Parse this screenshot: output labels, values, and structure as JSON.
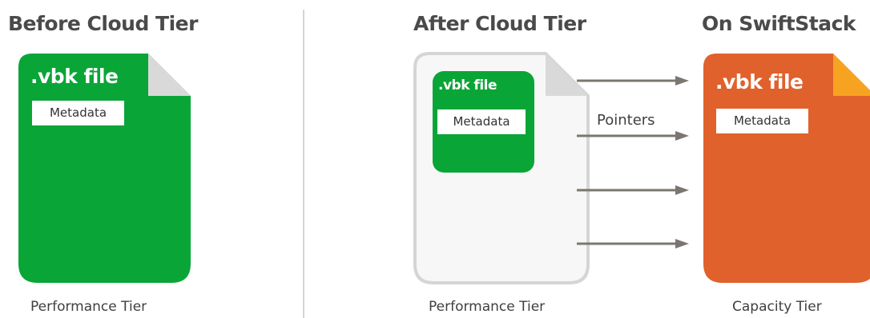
{
  "left_panel": {
    "heading": "Before Cloud Tier",
    "file": {
      "title": ".vbk file",
      "metadata_label": "Metadata"
    },
    "caption": "Performance Tier"
  },
  "middle_panel": {
    "heading": "After Cloud Tier",
    "file": {
      "title": ".vbk file",
      "metadata_label": "Metadata"
    },
    "caption": "Performance Tier",
    "pointers_label": "Pointers",
    "pointer_count": 4
  },
  "right_panel": {
    "heading": "On SwiftStack",
    "file": {
      "title": ".vbk file",
      "metadata_label": "Metadata"
    },
    "caption": "Capacity Tier"
  },
  "colors": {
    "green": "#0aa537",
    "orange": "#e0612c",
    "orange_fold": "#f7a321",
    "gray_fold": "#d9d9d9",
    "outline": "#d5d5d5",
    "arrow": "#7b7670",
    "heading_text": "#4a4a4a"
  }
}
